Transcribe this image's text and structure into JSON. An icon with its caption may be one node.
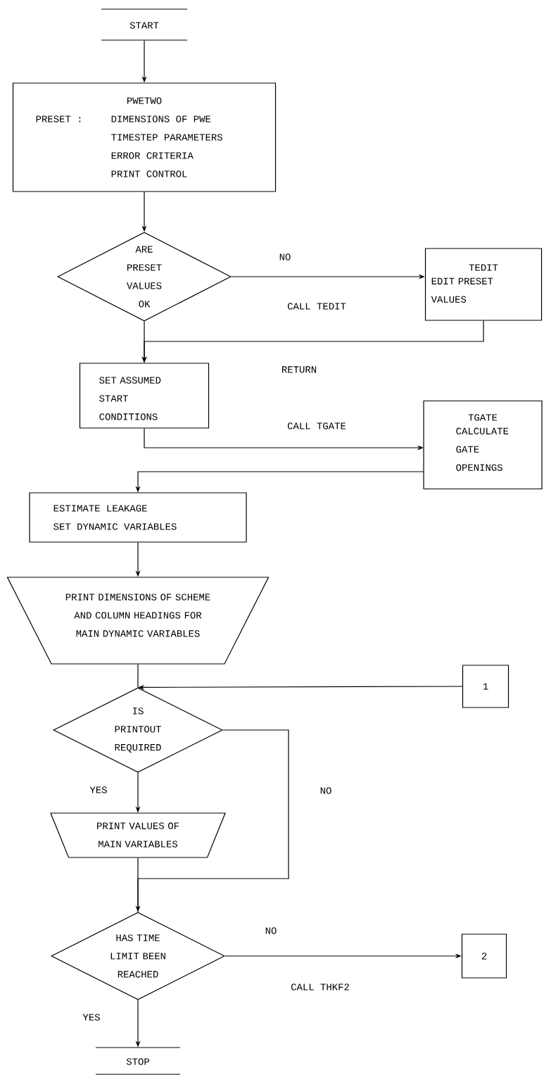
{
  "diagram": {
    "nodes": [
      {
        "text": [
          "START"
        ]
      },
      {
        "text": [
          "PWETWO",
          "PRESET :",
          "DIMENSIONS OF PWE",
          "TIMESTEP PARAMETERS",
          "ERROR CRITERIA",
          "PRINT CONTROL"
        ]
      },
      {
        "text": [
          "ARE PRESET VALUES OK"
        ]
      },
      {
        "text": [
          "TEDIT",
          "EDIT PRESET VALUES"
        ]
      },
      {
        "text": [
          "SET ASSUMED START CONDITIONS"
        ]
      },
      {
        "text": [
          "TGATE",
          "CALCULATE GATE OPENINGS"
        ]
      },
      {
        "text": [
          "ESTIMATE LEAKAGE",
          "SET DYNAMIC VARIABLES"
        ]
      },
      {
        "text": [
          "PRINT DIMENSIONS OF SCHEME AND COLUMN HEADINGS FOR MAIN DYNAMIC VARIABLES"
        ]
      },
      {
        "text": [
          "1"
        ]
      },
      {
        "text": [
          "IS PRINTOUT REQUIRED"
        ]
      },
      {
        "text": [
          "PRINT VALUES OF MAIN VARIABLES"
        ]
      },
      {
        "text": [
          "HAS TIME LIMIT BEEN REACHED"
        ]
      },
      {
        "text": [
          "2"
        ]
      },
      {
        "text": [
          "STOP"
        ]
      }
    ],
    "edges": [
      {
        "from": 0,
        "to": 1,
        "arrow": "to"
      },
      {
        "from": 1,
        "to": 2,
        "arrow": "to"
      },
      {
        "from": 2,
        "to": 3,
        "arrow": "to",
        "label": "NO"
      },
      {
        "from": 2,
        "to": 4,
        "arrow": "to"
      },
      {
        "from": 3,
        "to": 4,
        "arrow": "to",
        "label": "RETURN"
      },
      {
        "from": 4,
        "to": 5,
        "arrow": "to",
        "label": "CALL TGATE"
      },
      {
        "from": 5,
        "to": 6,
        "arrow": "to"
      },
      {
        "from": 6,
        "to": 7,
        "arrow": "to"
      },
      {
        "from": 7,
        "to": 9,
        "arrow": "none"
      },
      {
        "from": 8,
        "to": 9,
        "arrow": "to"
      },
      {
        "from": 9,
        "to": 10,
        "arrow": "to",
        "label": "YES"
      },
      {
        "from": 9,
        "to": 11,
        "arrow": "to",
        "label": "NO"
      },
      {
        "from": 10,
        "to": 11,
        "arrow": "none"
      },
      {
        "from": 11,
        "to": 12,
        "arrow": "to",
        "label": "NO"
      },
      {
        "from": 11,
        "to": 13,
        "arrow": "to",
        "label": "YES"
      }
    ],
    "labels": [
      "CALL TEDIT",
      "CALL THKF2"
    ]
  }
}
